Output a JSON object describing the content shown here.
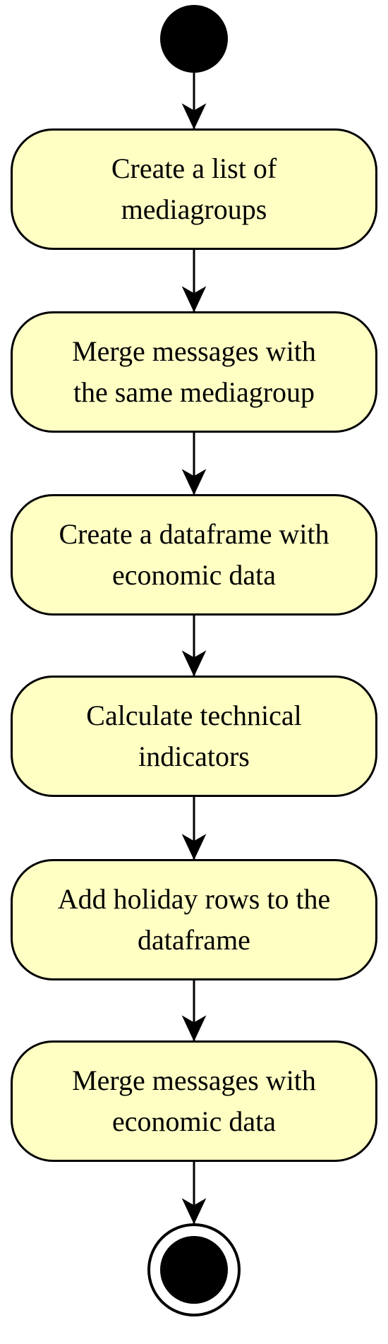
{
  "diagram": {
    "type": "uml-activity",
    "start_node": "initial",
    "end_node": "final",
    "colors": {
      "activity_fill": "#ffffc4",
      "stroke": "#000000",
      "node_fill": "#000000"
    },
    "activities": [
      {
        "label": "Create a list of\nmediagroups"
      },
      {
        "label": "Merge messages with\nthe same mediagroup"
      },
      {
        "label": "Create a dataframe with\neconomic data"
      },
      {
        "label": "Calculate technical\nindicators"
      },
      {
        "label": "Add holiday rows to the\ndataframe"
      },
      {
        "label": "Merge messages with\neconomic data"
      }
    ]
  }
}
